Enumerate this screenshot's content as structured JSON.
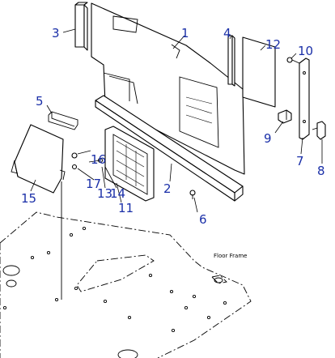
{
  "diagram": {
    "floor_label": "Floor Frame",
    "callouts": [
      {
        "id": "1",
        "text": "1"
      },
      {
        "id": "2",
        "text": "2"
      },
      {
        "id": "3",
        "text": "3"
      },
      {
        "id": "4",
        "text": "4"
      },
      {
        "id": "5",
        "text": "5"
      },
      {
        "id": "6",
        "text": "6"
      },
      {
        "id": "7",
        "text": "7"
      },
      {
        "id": "8",
        "text": "8"
      },
      {
        "id": "9",
        "text": "9"
      },
      {
        "id": "10",
        "text": "10"
      },
      {
        "id": "11",
        "text": "11"
      },
      {
        "id": "12",
        "text": "12"
      },
      {
        "id": "13",
        "text": "13"
      },
      {
        "id": "14",
        "text": "14"
      },
      {
        "id": "15",
        "text": "15"
      },
      {
        "id": "16",
        "text": "16"
      },
      {
        "id": "17",
        "text": "17"
      }
    ]
  }
}
